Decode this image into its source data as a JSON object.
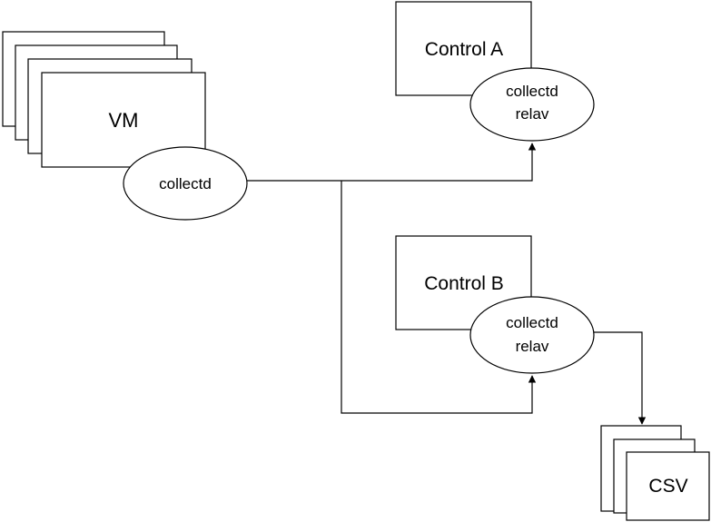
{
  "diagram": {
    "vm_stack": {
      "label": "VM",
      "agent": "collectd"
    },
    "control_a": {
      "label": "Control A",
      "relay_line1": "collectd",
      "relay_line2": "relav"
    },
    "control_b": {
      "label": "Control B",
      "relay_line1": "collectd",
      "relay_line2": "relav"
    },
    "csv_stack": {
      "label": "CSV"
    }
  }
}
